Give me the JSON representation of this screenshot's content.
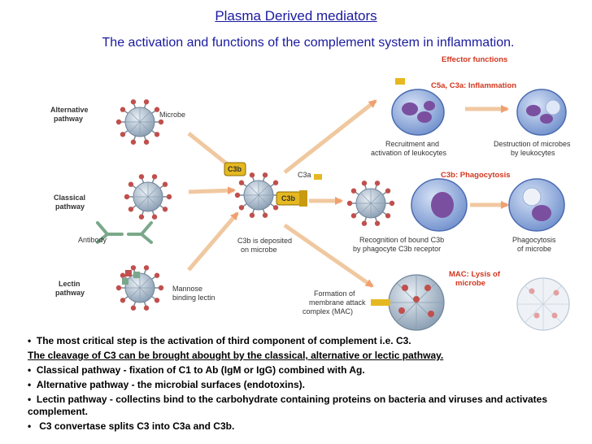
{
  "header": {
    "title": "Plasma Derived mediators",
    "subtitle": "The activation and functions of the complement system in inflammation."
  },
  "diagram": {
    "effector_heading": "Effector functions",
    "pathways": {
      "alternative": [
        "Alternative",
        "pathway"
      ],
      "classical": [
        "Classical",
        "pathway"
      ],
      "lectin": [
        "Lectin",
        "pathway"
      ]
    },
    "labels": {
      "microbe": "Microbe",
      "antibody": "Antibody",
      "mannose": [
        "Mannose",
        "binding lectin"
      ],
      "c3b_center": "C3b",
      "c3b_fragment": "C3b",
      "c3a": "C3a",
      "deposited": [
        "C3b is deposited",
        "on microbe"
      ],
      "inflammation_heading": "C5a, C3a: Inflammation",
      "recruitment": [
        "Recruitment and",
        "activation of leukocytes"
      ],
      "destruction": [
        "Destruction of microbes",
        "by leukocytes"
      ],
      "phagocytosis_heading": "C3b: Phagocytosis",
      "recognition": [
        "Recognition of bound C3b",
        "by phagocyte C3b receptor"
      ],
      "phagocytosis": [
        "Phagocytosis",
        "of microbe"
      ],
      "mac_heading": [
        "MAC: Lysis of",
        "microbe"
      ],
      "mac_formation": [
        "Formation of",
        "membrane attack",
        "complex (MAC)"
      ]
    }
  },
  "notes": [
    "The most critical step is the activation of third component of complement i.e. C3.",
    "The cleavage of C3 can be brought abought by the classical, alternative or lectic pathway.",
    "Classical pathway - fixation of C1 to Ab (IgM or IgG) combined with Ag.",
    "Alternative pathway - the microbial surfaces (endotoxins).",
    "Lectin pathway - collectins bind to the carbohydrate containing proteins on bacteria and viruses and activates complement.",
    " C3 convertase splits C3 into C3a and C3b."
  ],
  "colors": {
    "title": "#1a1a9e",
    "effector_text": "#d2361e",
    "arrow": "#f0c8a0",
    "microbe": "#a8b8c8",
    "spike": "#c0504d",
    "leukocyte": "#8ea9d8",
    "complement": "#e6b820"
  }
}
